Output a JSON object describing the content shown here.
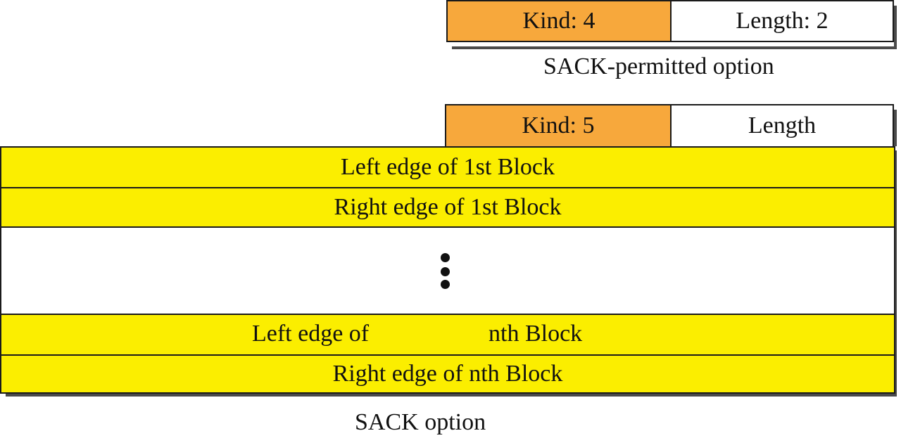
{
  "sack_permitted": {
    "kind_label": "Kind: 4",
    "length_label": "Length: 2",
    "caption": "SACK-permitted option",
    "kind_color": "#f7a83c"
  },
  "sack": {
    "kind_label": "Kind: 5",
    "length_label": "Length",
    "rows": {
      "left_1": "Left edge of 1st Block",
      "right_1": "Right edge of 1st Block",
      "left_n_part1": "Left edge of",
      "left_n_part2": "nth Block",
      "right_n": "Right edge of nth Block"
    },
    "ellipsis": "vertical-ellipsis",
    "caption": "SACK option",
    "block_color": "#fbee00",
    "kind_color": "#f7a83c"
  }
}
